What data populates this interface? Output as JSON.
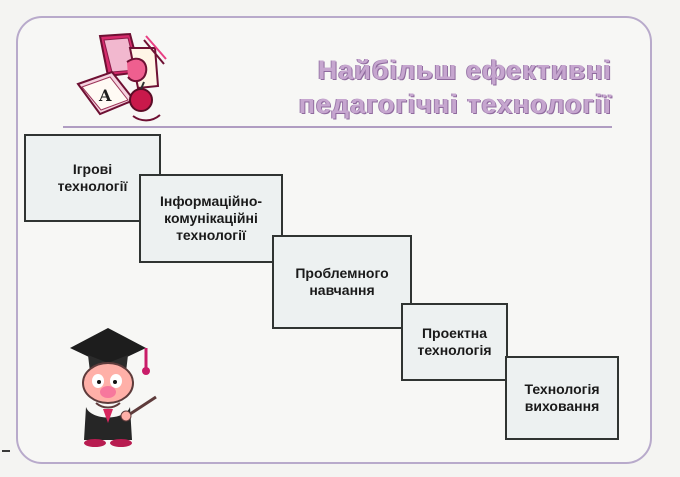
{
  "slide": {
    "title_line1": "Найбільш ефективні",
    "title_line2": "педагогічні технології"
  },
  "steps": [
    {
      "label_line1": "Ігрові",
      "label_line2": "технології",
      "label_line3": ""
    },
    {
      "label_line1": "Інформаційно-",
      "label_line2": "комунікаційні",
      "label_line3": "технології"
    },
    {
      "label_line1": "Проблемного",
      "label_line2": "навчання",
      "label_line3": ""
    },
    {
      "label_line1": "Проектна",
      "label_line2": "технологія",
      "label_line3": ""
    },
    {
      "label_line1": "Технологія",
      "label_line2": "виховання",
      "label_line3": ""
    }
  ],
  "icons": {
    "top": "teaching-supplies-illustration-icon",
    "bottom": "graduate-teacher-illustration-icon"
  },
  "colors": {
    "frame_border": "#b8aacb",
    "title_fill": "#c6a6cf",
    "box_fill": "#edf1f1",
    "box_border": "#303432",
    "background": "#f4f4f2"
  }
}
